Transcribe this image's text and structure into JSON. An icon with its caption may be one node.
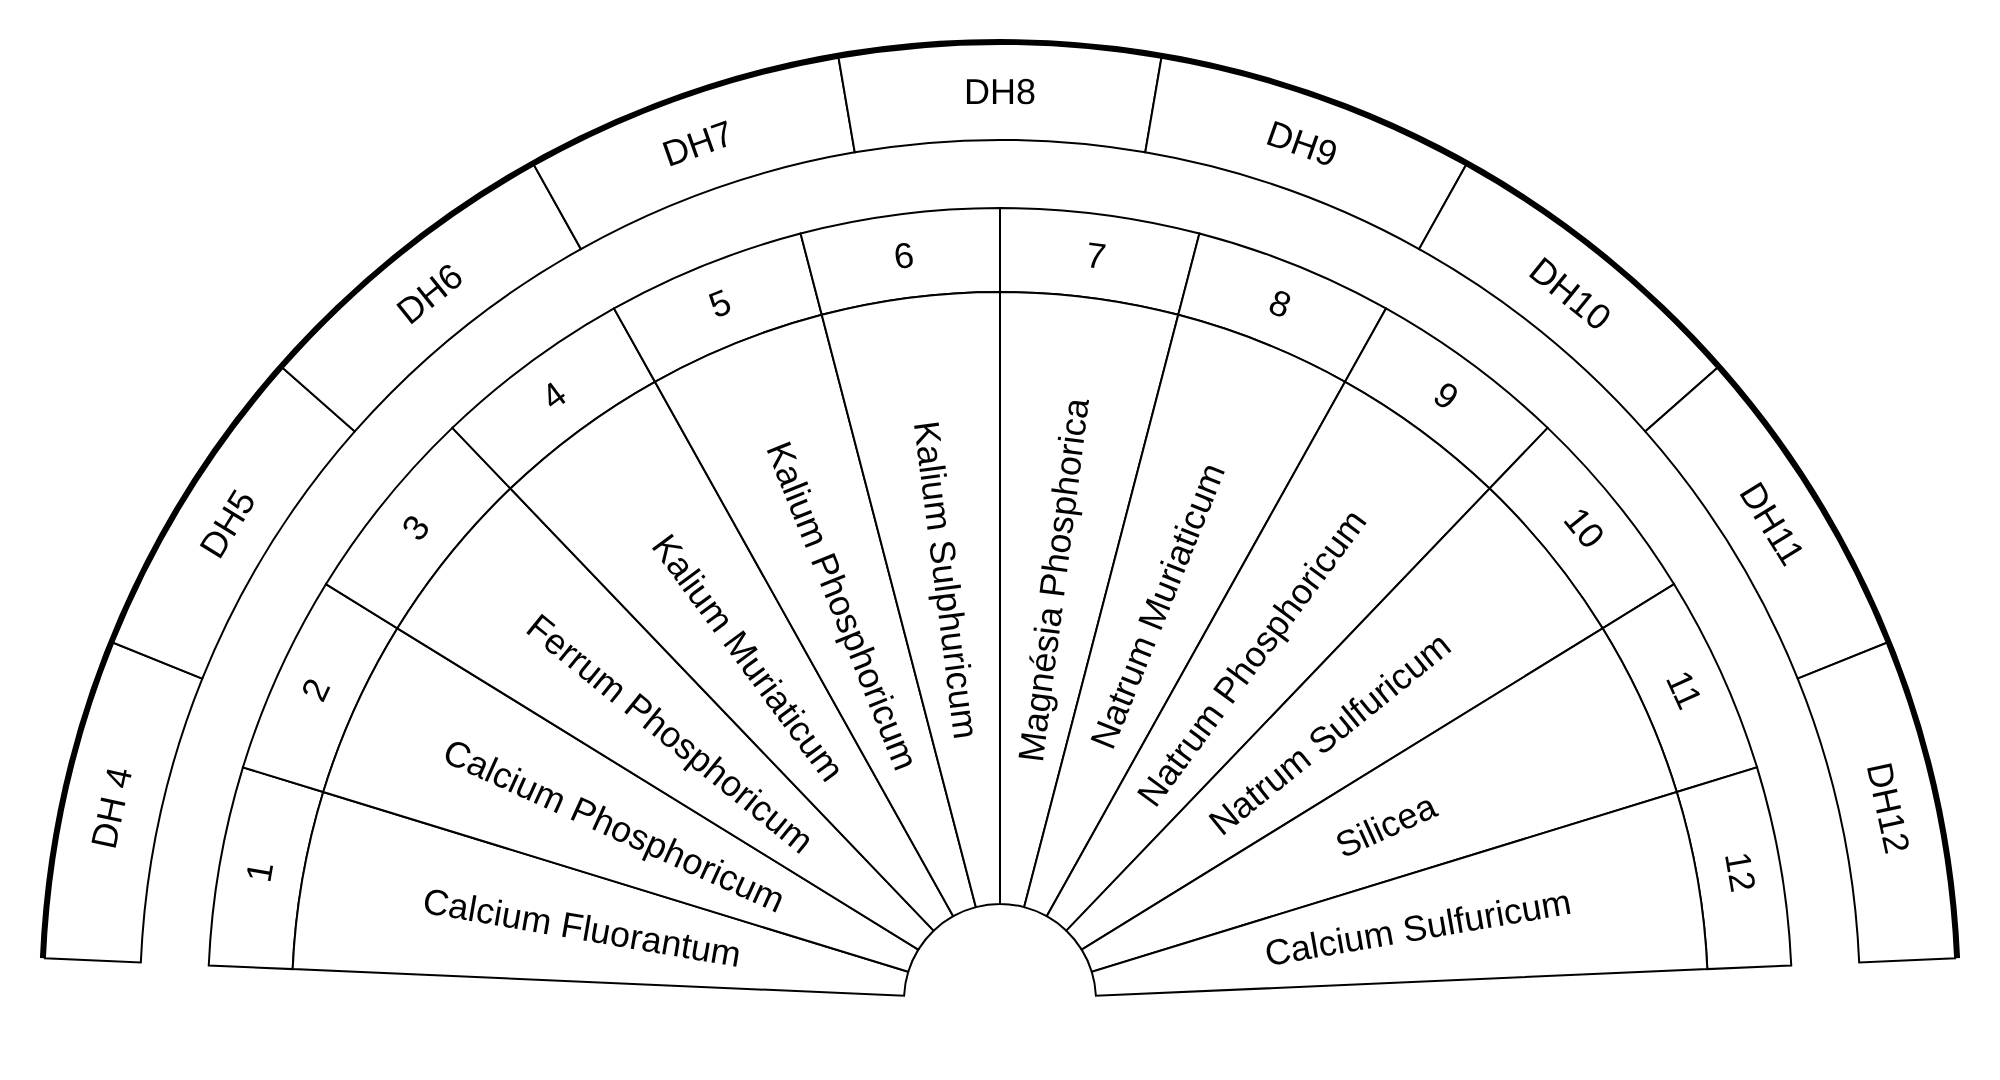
{
  "diagram": {
    "nodes": [
      {
        "text": [
          "DH 4"
        ]
      },
      {
        "text": [
          "DH5"
        ]
      },
      {
        "text": [
          "DH6"
        ]
      },
      {
        "text": [
          "DH7"
        ]
      },
      {
        "text": [
          "DH8"
        ]
      },
      {
        "text": [
          "DH9"
        ]
      },
      {
        "text": [
          "DH10"
        ]
      },
      {
        "text": [
          "DH11"
        ]
      },
      {
        "text": [
          "DH12"
        ]
      },
      {
        "text": [
          "1",
          "Calcium Fluorantum"
        ]
      },
      {
        "text": [
          "2",
          "Calcium Phosphoricum"
        ]
      },
      {
        "text": [
          "3",
          "Ferrum Phosphoricum"
        ]
      },
      {
        "text": [
          "4",
          "Kalium Muriaticum"
        ]
      },
      {
        "text": [
          "5",
          "Kalium Phosphoricum"
        ]
      },
      {
        "text": [
          "6",
          "Kalium Sulphuricum"
        ]
      },
      {
        "text": [
          "7",
          "Magnésia Phosphorica"
        ]
      },
      {
        "text": [
          "8",
          "Natrum Muriaticum"
        ]
      },
      {
        "text": [
          "9",
          "Natrum Phosphoricum"
        ]
      },
      {
        "text": [
          "10",
          "Natrum Sulfuricum"
        ]
      },
      {
        "text": [
          "11",
          "Silicea"
        ]
      },
      {
        "text": [
          "12",
          "Calcium Sulfuricum"
        ]
      }
    ]
  }
}
